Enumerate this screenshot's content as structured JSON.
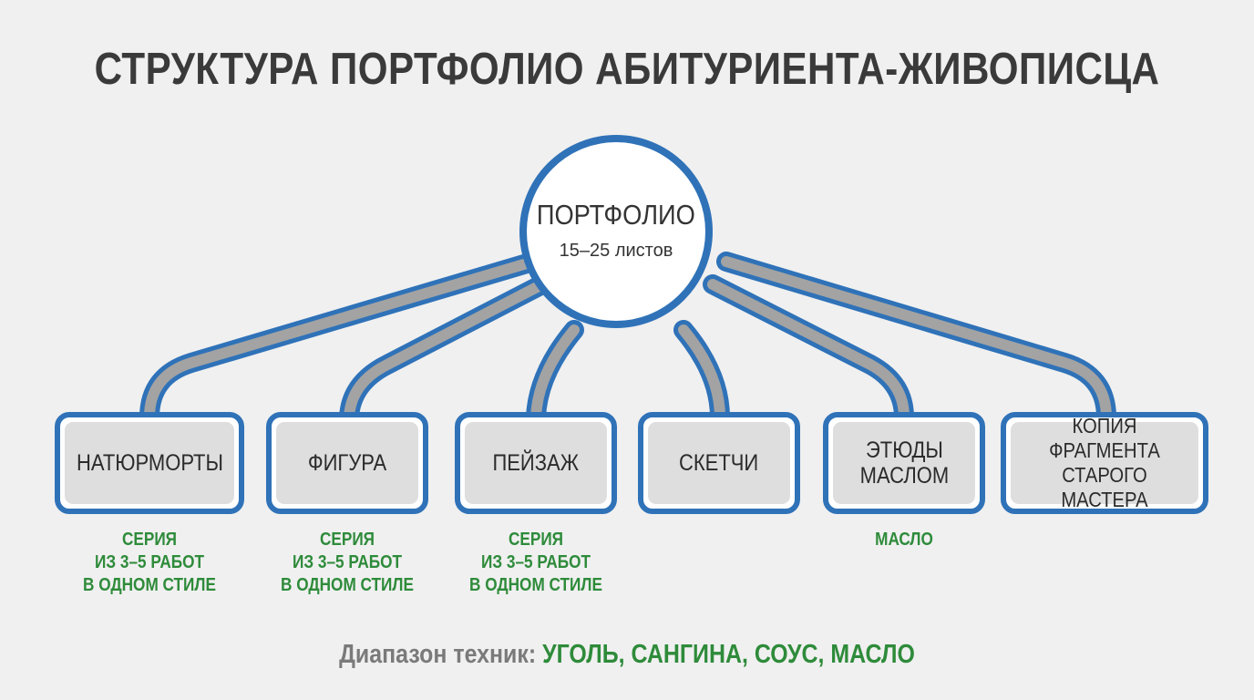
{
  "title": "СТРУКТУРА ПОРТФОЛИО АБИТУРИЕНТА-ЖИВОПИСЦА",
  "hub": {
    "title": "ПОРТФОЛИО",
    "subtitle": "15–25 листов"
  },
  "categories": [
    {
      "label": "НАТЮРМОРТЫ",
      "note": "СЕРИЯ\nИЗ 3–5 РАБОТ\nВ ОДНОМ СТИЛЕ"
    },
    {
      "label": "ФИГУРА",
      "note": "СЕРИЯ\nИЗ 3–5 РАБОТ\nВ ОДНОМ СТИЛЕ"
    },
    {
      "label": "ПЕЙЗАЖ",
      "note": "СЕРИЯ\nИЗ 3–5 РАБОТ\nВ ОДНОМ СТИЛЕ"
    },
    {
      "label": "СКЕТЧИ",
      "note": ""
    },
    {
      "label": "ЭТЮДЫ\nМАСЛОМ",
      "note": "МАСЛО"
    },
    {
      "label": "КОПИЯ\nФРАГМЕНТА\nСТАРОГО МАСТЕРА",
      "note": ""
    }
  ],
  "footer": {
    "label": "Диапазон техник:",
    "value": "УГОЛЬ, САНГИНА, СОУС, МАСЛО"
  },
  "colors": {
    "accent_blue": "#2f72b8",
    "note_green": "#2e8b3a",
    "connector_gray": "#a3a3a3",
    "box_fill": "#dedede",
    "background": "#f0f0f0"
  }
}
